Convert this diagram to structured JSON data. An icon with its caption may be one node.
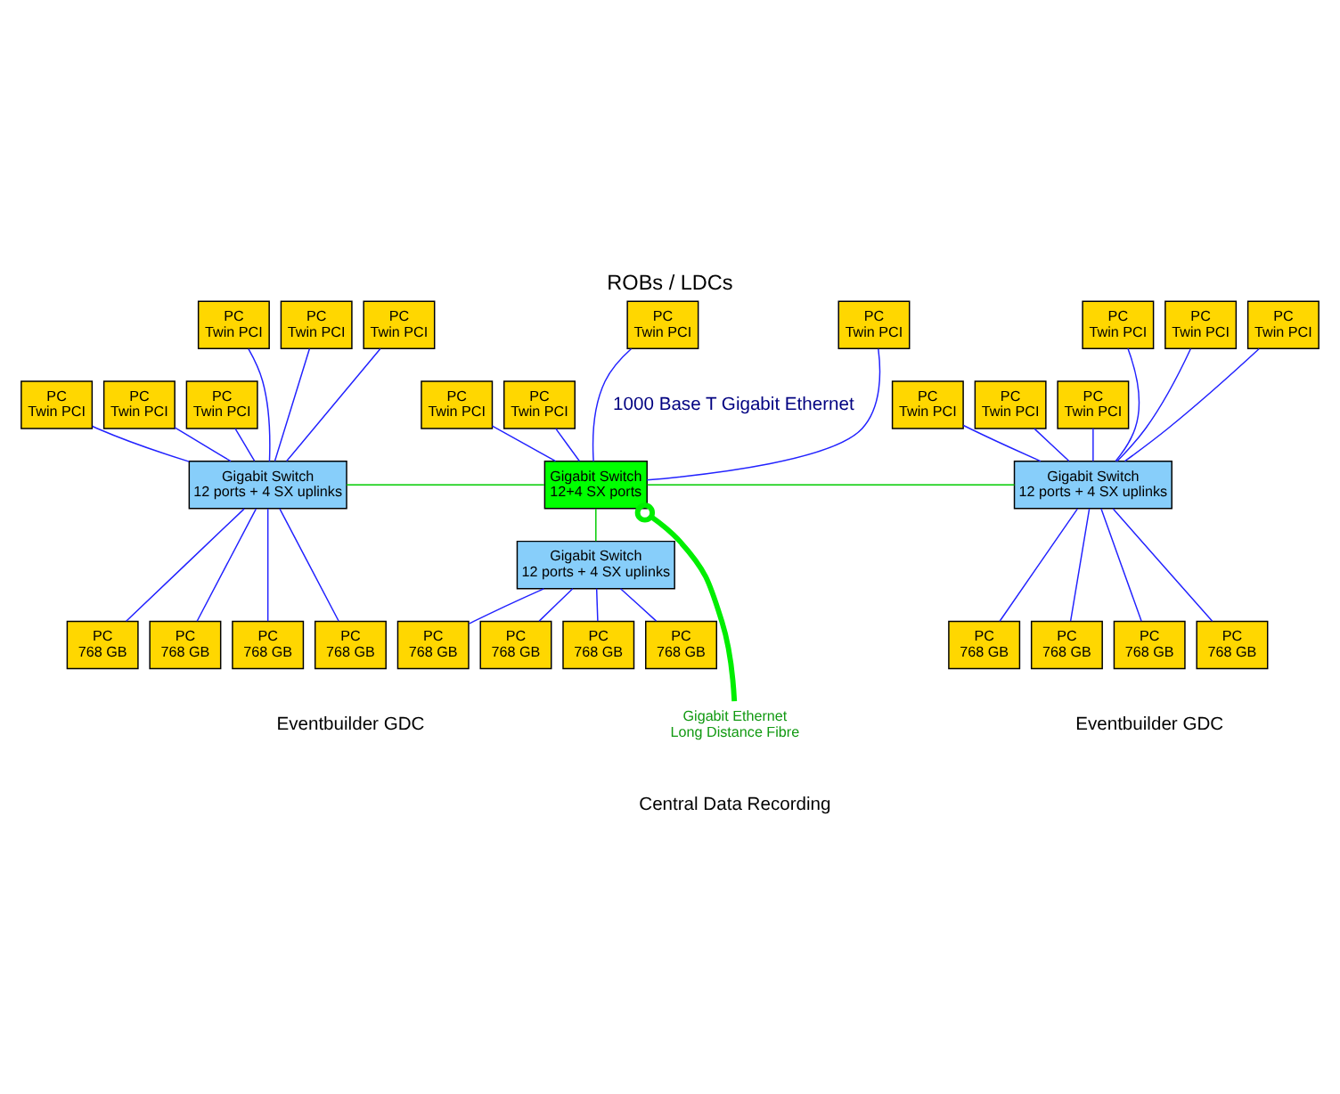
{
  "diagram": {
    "title": "ROBs / LDCs",
    "nodes": [
      {
        "text": [
          "PC",
          "Twin PCI"
        ]
      },
      {
        "text": [
          "PC",
          "Twin PCI"
        ]
      },
      {
        "text": [
          "PC",
          "Twin PCI"
        ]
      },
      {
        "text": [
          "PC",
          "Twin PCI"
        ]
      },
      {
        "text": [
          "PC",
          "Twin PCI"
        ]
      },
      {
        "text": [
          "PC",
          "Twin PCI"
        ]
      },
      {
        "text": [
          "PC",
          "Twin PCI"
        ]
      },
      {
        "text": [
          "PC",
          "Twin PCI"
        ]
      },
      {
        "text": [
          "PC",
          "Twin PCI"
        ]
      },
      {
        "text": [
          "PC",
          "Twin PCI"
        ]
      },
      {
        "text": [
          "PC",
          "Twin PCI"
        ]
      },
      {
        "text": [
          "PC",
          "Twin PCI"
        ]
      },
      {
        "text": [
          "PC",
          "Twin PCI"
        ]
      },
      {
        "text": [
          "PC",
          "Twin PCI"
        ]
      },
      {
        "text": [
          "PC",
          "Twin PCI"
        ]
      },
      {
        "text": [
          "PC",
          "Twin PCI"
        ]
      },
      {
        "text": [
          "Gigabit Switch",
          "12 ports + 4 SX uplinks"
        ]
      },
      {
        "text": [
          "Gigabit Switch",
          "12+4 SX ports"
        ]
      },
      {
        "text": [
          "Gigabit Switch",
          "12 ports + 4 SX uplinks"
        ]
      },
      {
        "text": [
          "Gigabit Switch",
          "12 ports + 4 SX uplinks"
        ]
      },
      {
        "text": [
          "PC",
          "768 GB"
        ]
      },
      {
        "text": [
          "PC",
          "768 GB"
        ]
      },
      {
        "text": [
          "PC",
          "768 GB"
        ]
      },
      {
        "text": [
          "PC",
          "768 GB"
        ]
      },
      {
        "text": [
          "PC",
          "768 GB"
        ]
      },
      {
        "text": [
          "PC",
          "768 GB"
        ]
      },
      {
        "text": [
          "PC",
          "768 GB"
        ]
      },
      {
        "text": [
          "PC",
          "768 GB"
        ]
      },
      {
        "text": [
          "PC",
          "768 GB"
        ]
      },
      {
        "text": [
          "PC",
          "768 GB"
        ]
      },
      {
        "text": [
          "PC",
          "768 GB"
        ]
      },
      {
        "text": [
          "PC",
          "768 GB"
        ]
      },
      {
        "text": [
          "Gigabit Ethernet",
          "Long Distance Fibre"
        ]
      }
    ],
    "edges": [
      {
        "from": 8,
        "to": 16,
        "arrow": "none"
      },
      {
        "from": 0,
        "to": 16,
        "arrow": "none"
      },
      {
        "from": 9,
        "to": 16,
        "arrow": "none"
      },
      {
        "from": 1,
        "to": 16,
        "arrow": "none"
      },
      {
        "from": 10,
        "to": 16,
        "arrow": "none"
      },
      {
        "from": 2,
        "to": 16,
        "arrow": "none"
      },
      {
        "from": 11,
        "to": 17,
        "arrow": "none"
      },
      {
        "from": 3,
        "to": 17,
        "arrow": "none"
      },
      {
        "from": 12,
        "to": 17,
        "arrow": "none"
      },
      {
        "from": 4,
        "to": 17,
        "arrow": "none"
      },
      {
        "from": 13,
        "to": 18,
        "arrow": "none"
      },
      {
        "from": 5,
        "to": 18,
        "arrow": "none"
      },
      {
        "from": 14,
        "to": 18,
        "arrow": "none"
      },
      {
        "from": 6,
        "to": 18,
        "arrow": "none"
      },
      {
        "from": 15,
        "to": 18,
        "arrow": "none"
      },
      {
        "from": 7,
        "to": 18,
        "arrow": "none"
      },
      {
        "from": 16,
        "to": 17,
        "arrow": "none",
        "color": "#00cc00"
      },
      {
        "from": 17,
        "to": 18,
        "arrow": "none",
        "color": "#00cc00"
      },
      {
        "from": 17,
        "to": 19,
        "arrow": "none",
        "color": "#00cc00"
      },
      {
        "from": 16,
        "to": 20,
        "arrow": "none"
      },
      {
        "from": 16,
        "to": 23,
        "arrow": "none"
      },
      {
        "from": 16,
        "to": 21,
        "arrow": "none"
      },
      {
        "from": 16,
        "to": 24,
        "arrow": "none"
      },
      {
        "from": 19,
        "to": 22,
        "arrow": "none"
      },
      {
        "from": 19,
        "to": 25,
        "arrow": "none"
      },
      {
        "from": 19,
        "to": 26,
        "arrow": "none"
      },
      {
        "from": 19,
        "to": 29,
        "arrow": "none"
      },
      {
        "from": 18,
        "to": 27,
        "arrow": "none"
      },
      {
        "from": 18,
        "to": 30,
        "arrow": "none"
      },
      {
        "from": 18,
        "to": 28,
        "arrow": "none"
      },
      {
        "from": 18,
        "to": 31,
        "arrow": "none"
      },
      {
        "from": 17,
        "to": 32,
        "arrow": "other",
        "style": "thick",
        "color": "#00ee00"
      }
    ],
    "labels": [
      "1000 Base T Gigabit Ethernet",
      "Eventbuilder GDC",
      "Eventbuilder GDC",
      "Central Data Recording"
    ]
  }
}
